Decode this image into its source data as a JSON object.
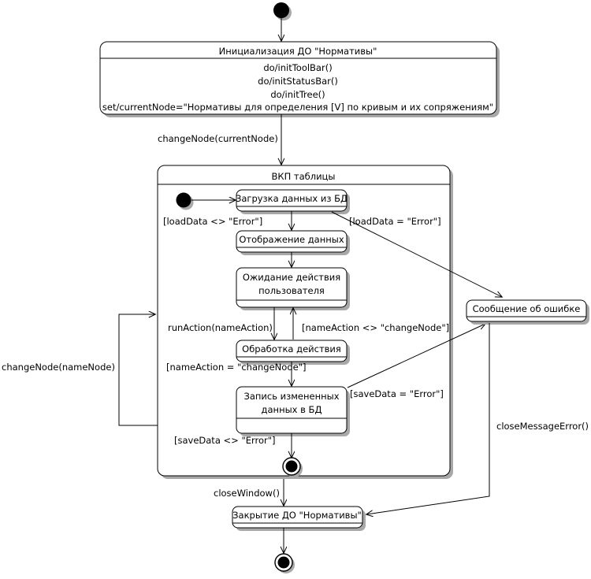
{
  "diagram": {
    "type": "uml-state-diagram",
    "language": "ru",
    "background_color": "#ffffff",
    "line_color": "#000000",
    "shadow_color": "#a8a8a8",
    "nodes": {
      "start_top": {
        "kind": "initial-state",
        "label": ""
      },
      "init_state": {
        "kind": "state",
        "title": "Инициализация ДО \"Нормативы\"",
        "actions": [
          "do/initToolBar()",
          "do/initStatusBar()",
          "do/initTree()",
          "set/currentNode=\"Нормативы для определения [V] по кривым и их сопряжениям\""
        ]
      },
      "composite": {
        "kind": "composite-state",
        "title": "ВКП таблицы"
      },
      "start_inner": {
        "kind": "initial-state",
        "label": ""
      },
      "load_data": {
        "kind": "state",
        "title": "Загрузка данных из БД"
      },
      "show_data": {
        "kind": "state",
        "title": "Отображение данных"
      },
      "wait_user": {
        "kind": "state",
        "title_line1": "Ожидание действия",
        "title_line2": "пользователя"
      },
      "process_action": {
        "kind": "state",
        "title": "Обработка действия"
      },
      "save_data": {
        "kind": "state",
        "title_line1": "Запись измененных",
        "title_line2": "данных в БД"
      },
      "inner_final": {
        "kind": "final-state",
        "label": ""
      },
      "error_message": {
        "kind": "state",
        "title": "Сообщение об ошибке"
      },
      "close_state": {
        "kind": "state",
        "title": "Закрытие ДО \"Нормативы\""
      },
      "final_bottom": {
        "kind": "final-state",
        "label": ""
      }
    },
    "transitions": [
      {
        "id": "t1",
        "from": "start_top",
        "to": "init_state",
        "label": ""
      },
      {
        "id": "t2",
        "from": "init_state",
        "to": "composite",
        "label": "changeNode(currentNode)"
      },
      {
        "id": "t3",
        "from": "start_inner",
        "to": "load_data",
        "label": ""
      },
      {
        "id": "t4",
        "from": "load_data",
        "to": "show_data",
        "label": "[loadData <> \"Error\"]"
      },
      {
        "id": "t5",
        "from": "load_data",
        "to": "error_message",
        "label": "[loadData = \"Error\"]"
      },
      {
        "id": "t6",
        "from": "show_data",
        "to": "wait_user",
        "label": ""
      },
      {
        "id": "t7",
        "from": "wait_user",
        "to": "process_action",
        "label": "runAction(nameAction)"
      },
      {
        "id": "t8",
        "from": "process_action",
        "to": "wait_user",
        "label": "[nameAction <> \"changeNode\"]"
      },
      {
        "id": "t9",
        "from": "process_action",
        "to": "save_data",
        "label": "[nameAction = \"changeNode\"]"
      },
      {
        "id": "t10",
        "from": "save_data",
        "to": "error_message",
        "label": "[saveData = \"Error\"]"
      },
      {
        "id": "t11",
        "from": "save_data",
        "to": "inner_final",
        "label": "[saveData <> \"Error\"]"
      },
      {
        "id": "t12",
        "from": "composite",
        "to": "composite",
        "label": "changeNode(nameNode)"
      },
      {
        "id": "t13",
        "from": "composite",
        "to": "close_state",
        "label": "closeWindow()"
      },
      {
        "id": "t14",
        "from": "error_message",
        "to": "close_state",
        "label": "closeMessageError()"
      },
      {
        "id": "t15",
        "from": "close_state",
        "to": "final_bottom",
        "label": ""
      }
    ]
  }
}
